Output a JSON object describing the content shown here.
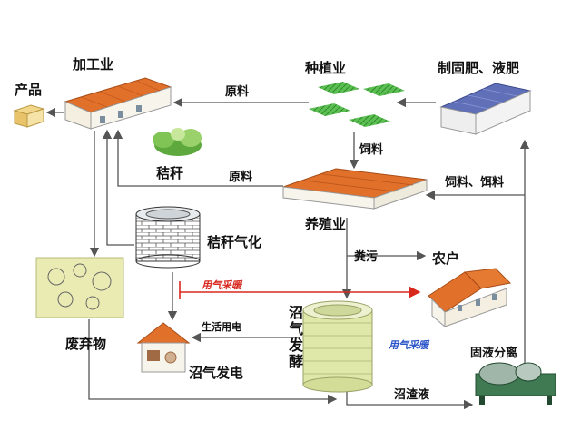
{
  "nodes": {
    "industry": "加工业",
    "products": "产品",
    "planting": "种植业",
    "fertilizer": "制固肥、液肥",
    "straw": "秸秆",
    "straw_gasification": "秸秆气化",
    "breeding": "养殖业",
    "farmer": "农户",
    "waste": "废弃物",
    "biogas_fermentation": "沼气发酵",
    "biogas_power": "沼气发电",
    "separation": "固液分离"
  },
  "flows": {
    "raw_material_top": "原料",
    "feed": "饲料",
    "raw_material_mid": "原料",
    "feed_bait": "饲料、饵料",
    "manure": "粪污",
    "gas_heating_red": "用气采暖",
    "domestic_power": "生活用电",
    "gas_heating_blue": "用气采暖",
    "biogas_residue": "沼渣液"
  },
  "colors": {
    "roof": "#e0702a",
    "wall": "#f7f4ec",
    "field": "#4fb548",
    "arrow": "#555555",
    "red_arrow": "#d8281e",
    "tank": "#dfe8a8",
    "blue_roof": "#5f6fb8"
  }
}
